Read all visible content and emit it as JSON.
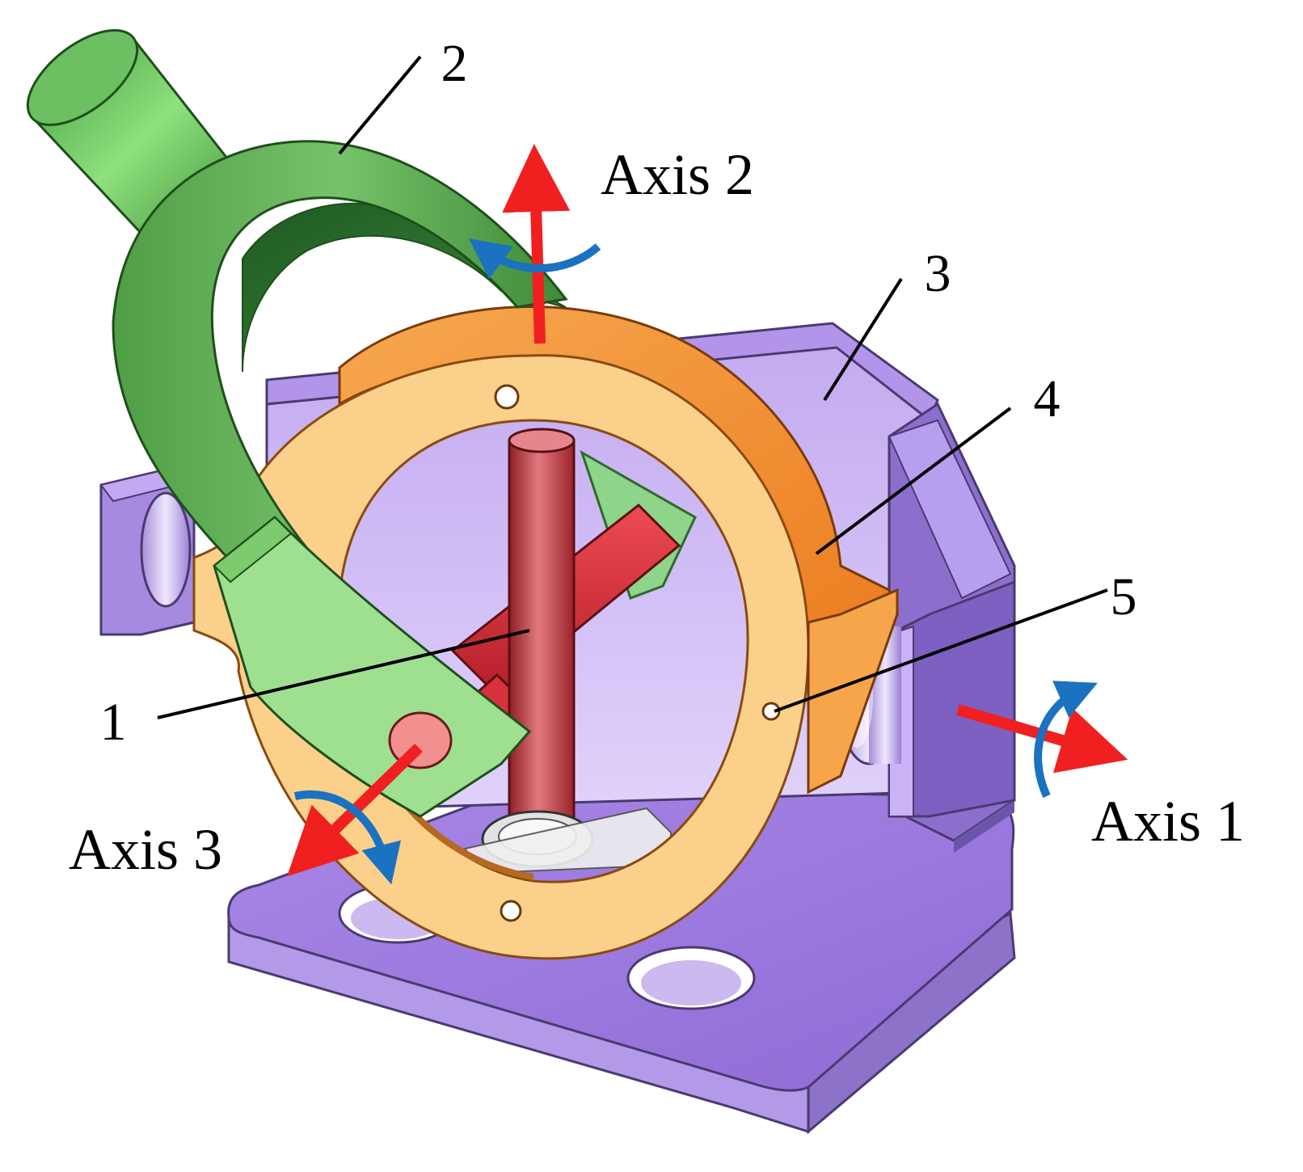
{
  "parts": [
    {
      "id": "part-1",
      "number": "1",
      "component": "central cross shaft",
      "color": "#c8323c"
    },
    {
      "id": "part-2",
      "number": "2",
      "component": "curved arm with handle",
      "color": "#55a84c"
    },
    {
      "id": "part-3",
      "number": "3",
      "component": "base bracket",
      "color": "#b89be6"
    },
    {
      "id": "part-4",
      "number": "4",
      "component": "ring",
      "color": "#f4923a"
    },
    {
      "id": "part-5",
      "number": "5",
      "component": "pin hole",
      "color": "#c07a2a"
    }
  ],
  "axes": [
    {
      "id": "axis-1",
      "label": "Axis 1"
    },
    {
      "id": "axis-2",
      "label": "Axis 2"
    },
    {
      "id": "axis-3",
      "label": "Axis 3"
    }
  ],
  "colors": {
    "axis_arrow": "#f02020",
    "rotation_arrow": "#1a72c0",
    "leader_line": "#000000",
    "background": "#ffffff"
  }
}
